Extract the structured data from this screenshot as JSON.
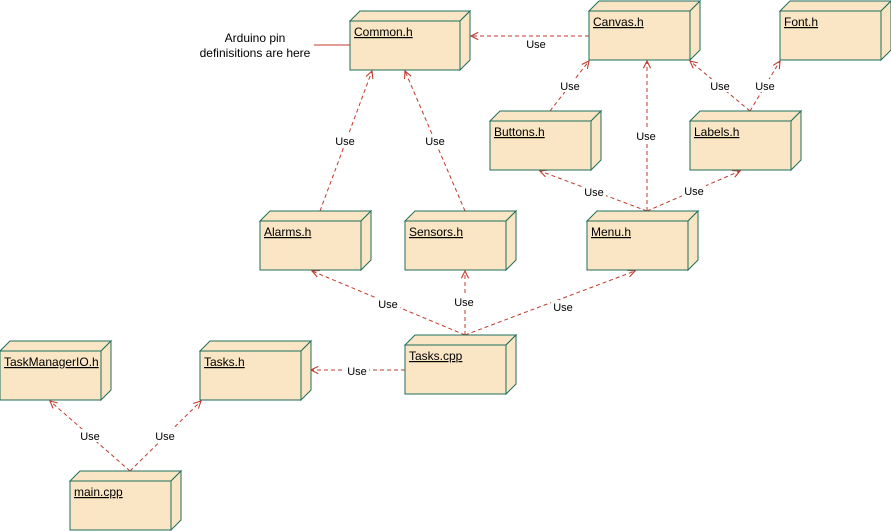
{
  "colors": {
    "node_fill": "#fae6c4",
    "node_stroke": "#1f6f5c",
    "edge": "#c0392b",
    "text": "#000000"
  },
  "nodes": [
    {
      "id": "common",
      "label": "Common.h"
    },
    {
      "id": "canvas",
      "label": "Canvas.h"
    },
    {
      "id": "font",
      "label": "Font.h"
    },
    {
      "id": "buttons",
      "label": "Buttons.h"
    },
    {
      "id": "labels",
      "label": "Labels.h"
    },
    {
      "id": "alarms",
      "label": "Alarms.h"
    },
    {
      "id": "sensors",
      "label": "Sensors.h"
    },
    {
      "id": "menu",
      "label": "Menu.h"
    },
    {
      "id": "tmio",
      "label": "TaskManagerIO.h"
    },
    {
      "id": "tasksh",
      "label": "Tasks.h"
    },
    {
      "id": "taskscpp",
      "label": "Tasks.cpp"
    },
    {
      "id": "main",
      "label": "main.cpp"
    }
  ],
  "edges": [
    {
      "from": "canvas",
      "to": "common",
      "label": "Use"
    },
    {
      "from": "buttons",
      "to": "canvas",
      "label": "Use"
    },
    {
      "from": "menu",
      "to": "canvas",
      "label": "Use"
    },
    {
      "from": "labels",
      "to": "canvas",
      "label": "Use"
    },
    {
      "from": "labels",
      "to": "font",
      "label": "Use"
    },
    {
      "from": "alarms",
      "to": "common",
      "label": "Use"
    },
    {
      "from": "sensors",
      "to": "common",
      "label": "Use"
    },
    {
      "from": "menu",
      "to": "buttons",
      "label": "Use"
    },
    {
      "from": "menu",
      "to": "labels",
      "label": "Use"
    },
    {
      "from": "taskscpp",
      "to": "alarms",
      "label": "Use"
    },
    {
      "from": "taskscpp",
      "to": "sensors",
      "label": "Use"
    },
    {
      "from": "taskscpp",
      "to": "menu",
      "label": "Use"
    },
    {
      "from": "taskscpp",
      "to": "tasksh",
      "label": "Use"
    },
    {
      "from": "main",
      "to": "tmio",
      "label": "Use"
    },
    {
      "from": "main",
      "to": "tasksh",
      "label": "Use"
    }
  ],
  "note": {
    "lines": [
      "Arduino pin",
      "definisitions are here"
    ],
    "attached_to": "common"
  }
}
